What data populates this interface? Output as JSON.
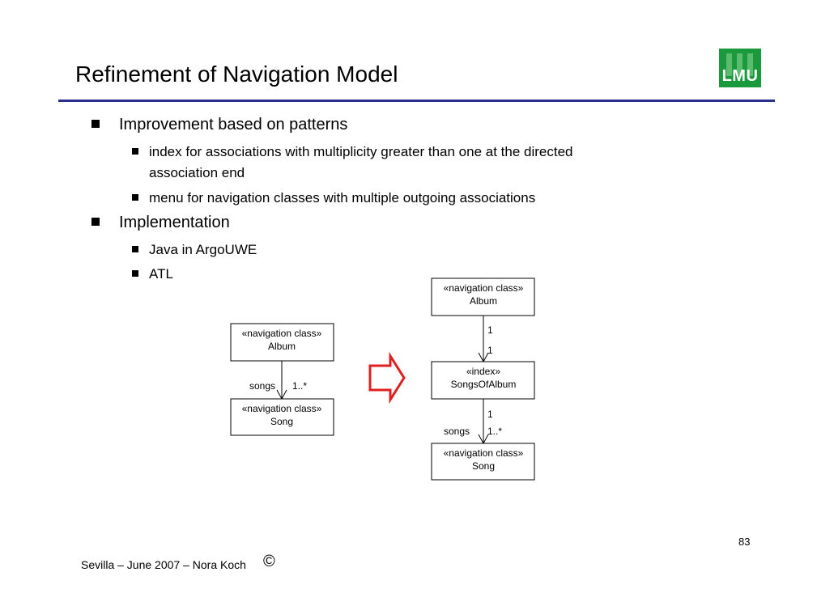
{
  "header": {
    "title": "Refinement of Navigation Model",
    "logo_text": "LMU",
    "accent_color": "#2b2f8f",
    "logo_color": "#1a9a3c"
  },
  "bullets": [
    {
      "text": "Improvement based on patterns",
      "sub": [
        {
          "lines": [
            "index for associations with multiplicity greater than one at the directed",
            "association end"
          ]
        },
        {
          "lines": [
            "menu for navigation classes with multiple outgoing associations"
          ]
        }
      ]
    },
    {
      "text": "Implementation",
      "sub": [
        {
          "lines": [
            "Java in ArgoUWE"
          ]
        },
        {
          "lines": [
            "ATL"
          ]
        }
      ]
    }
  ],
  "diagram_left": {
    "top_class": {
      "stereotype": "«navigation class»",
      "name": "Album"
    },
    "bottom_class": {
      "stereotype": "«navigation class»",
      "name": "Song"
    },
    "role": "songs",
    "multiplicity": "1..*"
  },
  "transform_arrow_color": "#e02020",
  "diagram_right": {
    "top_class": {
      "stereotype": "«navigation class»",
      "name": "Album"
    },
    "index_class": {
      "stereotype": "«index»",
      "name": "SongsOfAlbum"
    },
    "bottom_class": {
      "stereotype": "«navigation class»",
      "name": "Song"
    },
    "mult_top_source": "1",
    "mult_top_target": "1",
    "mult_bottom_source": "1",
    "role": "songs",
    "multiplicity": "1..*"
  },
  "footer": {
    "text": "Sevilla – June 2007 –  Nora Koch",
    "copyright": "©",
    "page_number": "83"
  }
}
